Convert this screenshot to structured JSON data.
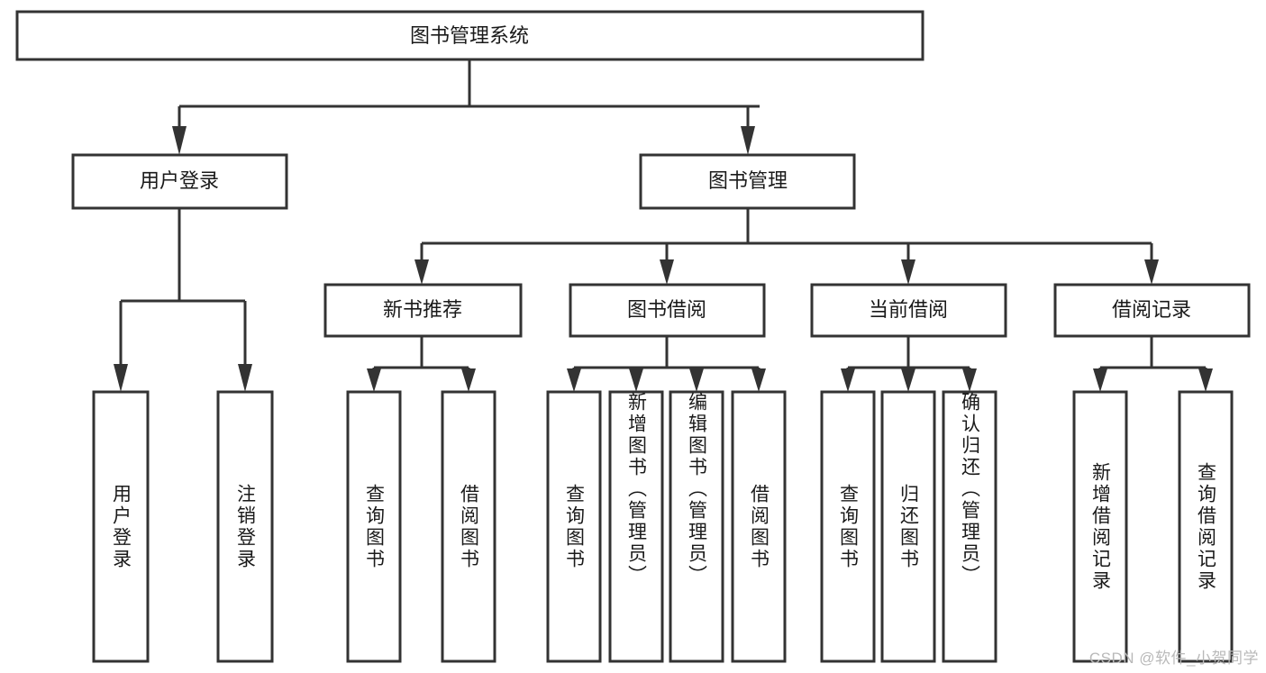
{
  "diagram": {
    "type": "tree",
    "title": "图书管理系统",
    "root": {
      "label": "图书管理系统"
    },
    "level2": [
      {
        "label": "用户登录"
      },
      {
        "label": "图书管理"
      }
    ],
    "level3": [
      {
        "label": "新书推荐"
      },
      {
        "label": "图书借阅"
      },
      {
        "label": "当前借阅"
      },
      {
        "label": "借阅记录"
      }
    ],
    "leaves": {
      "user_login": [
        {
          "label": "用户登录"
        },
        {
          "label": "注销登录"
        }
      ],
      "new_book_recommend": [
        {
          "label": "查询图书"
        },
        {
          "label": "借阅图书"
        }
      ],
      "book_borrow": [
        {
          "label": "查询图书"
        },
        {
          "label": "新增图书（管理员）"
        },
        {
          "label": "编辑图书（管理员）"
        },
        {
          "label": "借阅图书"
        }
      ],
      "current_borrow": [
        {
          "label": "查询图书"
        },
        {
          "label": "归还图书"
        },
        {
          "label": "确认归还（管理员）"
        }
      ],
      "borrow_record": [
        {
          "label": "新增借阅记录"
        },
        {
          "label": "查询借阅记录"
        }
      ]
    }
  },
  "watermark": {
    "text": "CSDN @软件_小贺同学"
  },
  "colors": {
    "stroke": "#333333",
    "box_fill": "#ffffff",
    "text": "#1a1a1a",
    "watermark": "#b9b9b9",
    "background": "#ffffff"
  }
}
